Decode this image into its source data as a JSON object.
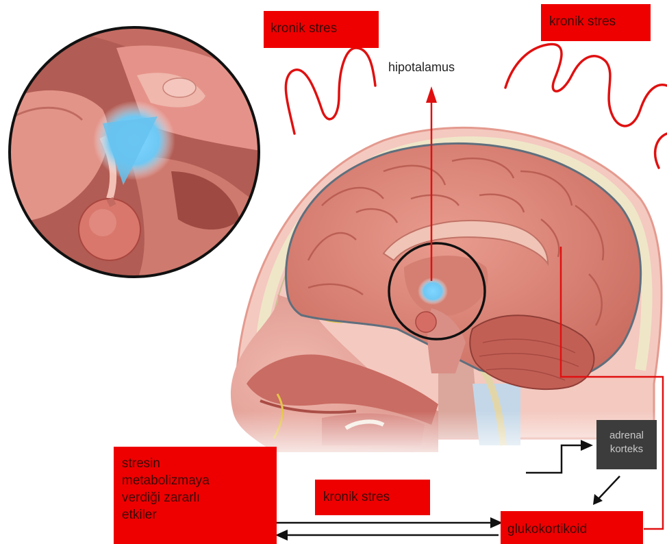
{
  "labels": {
    "stress_top_left": "kronik stres",
    "stress_top_right": "kronik stres",
    "hypothalamus": "hipotalamus",
    "adrenal_line1": "adrenal",
    "adrenal_line2": "korteks",
    "effects_line1": "stresin",
    "effects_line2": "metabolizmaya",
    "effects_line3": "verdiği zararlı",
    "effects_line4": "etkiler",
    "stress_middle": "kronik stres",
    "glucocorticoid": "glukokortikoid"
  },
  "colors": {
    "label_red": "#ee0000",
    "line_red": "#e01010",
    "brain_pink": "#d8776a",
    "adrenal_box": "#3c3c3c"
  }
}
